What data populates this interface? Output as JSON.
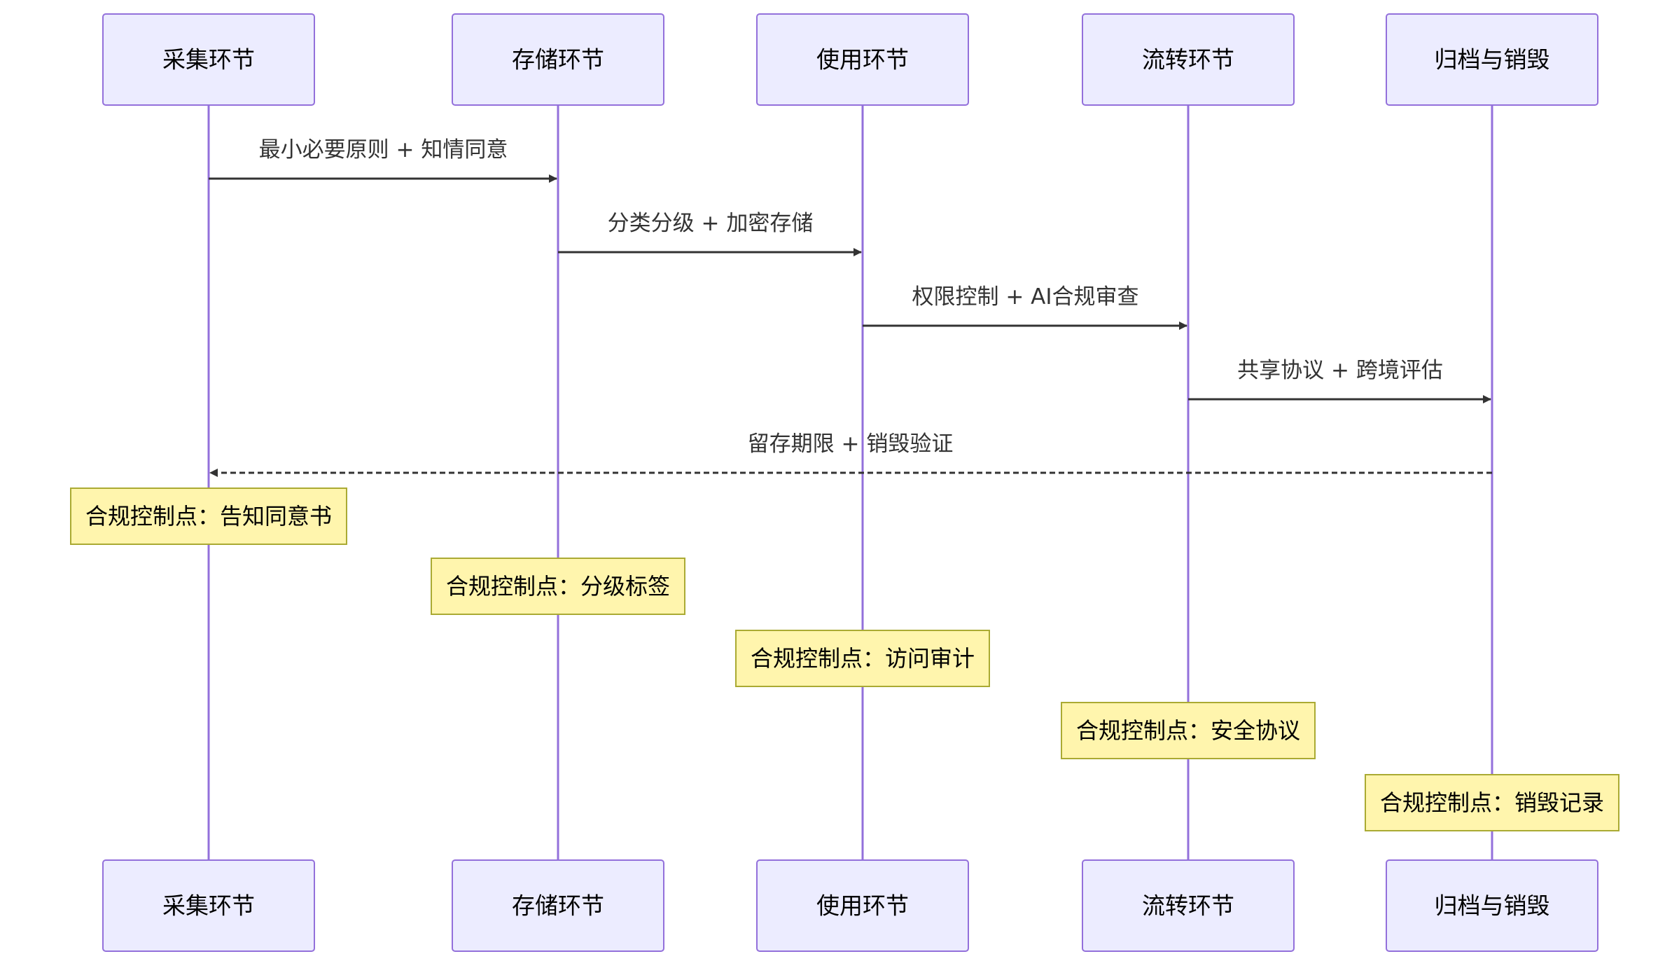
{
  "actors": [
    {
      "id": "collect",
      "label": "采集环节"
    },
    {
      "id": "store",
      "label": "存储环节"
    },
    {
      "id": "use",
      "label": "使用环节"
    },
    {
      "id": "transfer",
      "label": "流转环节"
    },
    {
      "id": "archive",
      "label": "归档与销毁"
    }
  ],
  "messages": [
    {
      "from": "collect",
      "to": "store",
      "text": "最小必要原则 + 知情同意",
      "style": "solid"
    },
    {
      "from": "store",
      "to": "use",
      "text": "分类分级 + 加密存储",
      "style": "solid"
    },
    {
      "from": "use",
      "to": "transfer",
      "text": "权限控制 + AI合规审查",
      "style": "solid"
    },
    {
      "from": "transfer",
      "to": "archive",
      "text": "共享协议 + 跨境评估",
      "style": "solid"
    },
    {
      "from": "archive",
      "to": "collect",
      "text": "留存期限 + 销毁验证",
      "style": "dashed"
    }
  ],
  "notes": [
    {
      "over": "collect",
      "text": "合规控制点：告知同意书"
    },
    {
      "over": "store",
      "text": "合规控制点：分级标签"
    },
    {
      "over": "use",
      "text": "合规控制点：访问审计"
    },
    {
      "over": "transfer",
      "text": "合规控制点：安全协议"
    },
    {
      "over": "archive",
      "text": "合规控制点：销毁记录"
    }
  ],
  "colors": {
    "actor_fill": "#ECECFF",
    "actor_stroke": "#9370DB",
    "note_fill": "#FFF5AD",
    "note_stroke": "#AAAA33",
    "message": "#333333"
  }
}
